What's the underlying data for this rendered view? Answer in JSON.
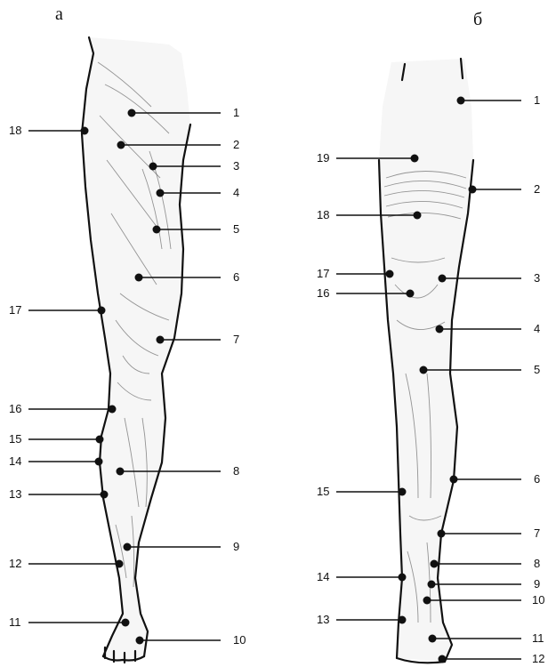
{
  "panels": [
    {
      "letter": "а",
      "points": [
        {
          "n": "1",
          "side": "right"
        },
        {
          "n": "2",
          "side": "right"
        },
        {
          "n": "3",
          "side": "right"
        },
        {
          "n": "4",
          "side": "right"
        },
        {
          "n": "5",
          "side": "right"
        },
        {
          "n": "6",
          "side": "right"
        },
        {
          "n": "7",
          "side": "right"
        },
        {
          "n": "8",
          "side": "right"
        },
        {
          "n": "9",
          "side": "right"
        },
        {
          "n": "10",
          "side": "right"
        },
        {
          "n": "11",
          "side": "left"
        },
        {
          "n": "12",
          "side": "left"
        },
        {
          "n": "13",
          "side": "left"
        },
        {
          "n": "14",
          "side": "left"
        },
        {
          "n": "15",
          "side": "left"
        },
        {
          "n": "16",
          "side": "left"
        },
        {
          "n": "17",
          "side": "left"
        },
        {
          "n": "18",
          "side": "left"
        }
      ]
    },
    {
      "letter": "б",
      "points": [
        {
          "n": "1",
          "side": "right"
        },
        {
          "n": "2",
          "side": "right"
        },
        {
          "n": "3",
          "side": "right"
        },
        {
          "n": "4",
          "side": "right"
        },
        {
          "n": "5",
          "side": "right"
        },
        {
          "n": "6",
          "side": "right"
        },
        {
          "n": "7",
          "side": "right"
        },
        {
          "n": "8",
          "side": "right"
        },
        {
          "n": "9",
          "side": "right"
        },
        {
          "n": "10",
          "side": "right"
        },
        {
          "n": "11",
          "side": "right"
        },
        {
          "n": "12",
          "side": "right"
        },
        {
          "n": "13",
          "side": "left"
        },
        {
          "n": "14",
          "side": "left"
        },
        {
          "n": "15",
          "side": "left"
        },
        {
          "n": "16",
          "side": "left"
        },
        {
          "n": "17",
          "side": "left"
        },
        {
          "n": "18",
          "side": "left"
        },
        {
          "n": "19",
          "side": "left"
        }
      ]
    }
  ]
}
